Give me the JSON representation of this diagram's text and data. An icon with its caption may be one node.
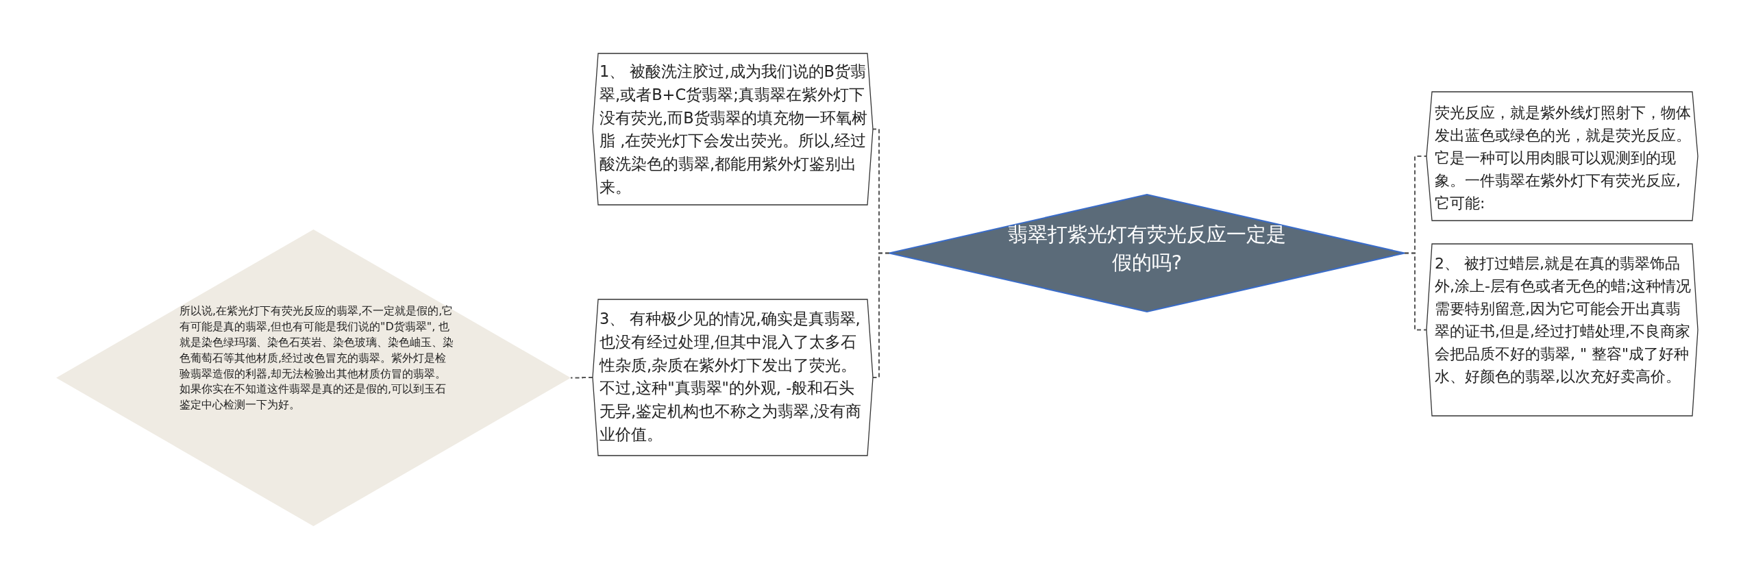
{
  "diagram": {
    "nodes": [
      {
        "text": [
          "翡翠打紫光灯有荧光反应一定是假的吗?"
        ]
      },
      {
        "text": [
          "1、 被酸洗注胶过,成为我们说的B货翡翠,或者B+C货翡翠;真翡翠在紫外灯下没有荧光,而B货翡翠的填充物一环氧树脂 ,在荧光灯下会发出荧光。所以,经过酸洗染色的翡翠,都能用紫外灯鉴别出来。"
        ]
      },
      {
        "text": [
          "3、 有种极少见的情况,确实是真翡翠,也没有经过处理,但其中混入了太多石性杂质,杂质在紫外灯下发出了荧光。不过,这种\"真翡翠\"的外观, -般和石头无异,鉴定机构也不称之为翡翠,没有商业价值。"
        ]
      },
      {
        "text": [
          "所以说,在紫光灯下有荧光反应的翡翠,不一定就是假的,它有可能是真的翡翠,但也有可能是我们说的\"D货翡翠\", 也就是染色绿玛瑙、染色石英岩、染色玻璃、染色岫玉、染色葡萄石等其他材质,经过改色冒充的翡翠。紫外灯是检验翡翠造假的利器,却无法检验出其他材质仿冒的翡翠。如果你实在不知道这件翡翠是真的还是假的,可以到玉石鉴定中心检测一下为好。"
        ]
      },
      {
        "text": [
          "荧光反应，就是紫外线灯照射下，物体发出蓝色或绿色的光，就是荧光反应。它是一种可以用肉眼可以观测到的现象。一件翡翠在紫外灯下有荧光反应,它可能:"
        ]
      },
      {
        "text": [
          "2、 被打过蜡层,就是在真的翡翠饰品外,涂上-层有色或者无色的蜡;这种情况需要特别留意,因为它可能会开出真翡翠的证书,但是,经过打蜡处理,不良商家会把品质不好的翡翠, \" 整容\"成了好种水、好颜色的翡翠,以次充好卖高价。"
        ]
      }
    ],
    "edges": [
      {
        "from": 0,
        "to": 1,
        "arrow": "none",
        "style": "dashed"
      },
      {
        "from": 0,
        "to": 2,
        "arrow": "none",
        "style": "dashed"
      },
      {
        "from": 2,
        "to": 3,
        "arrow": "none",
        "style": "dashed"
      },
      {
        "from": 0,
        "to": 4,
        "arrow": "none",
        "style": "dashed"
      },
      {
        "from": 0,
        "to": 5,
        "arrow": "none",
        "style": "dashed"
      }
    ]
  }
}
